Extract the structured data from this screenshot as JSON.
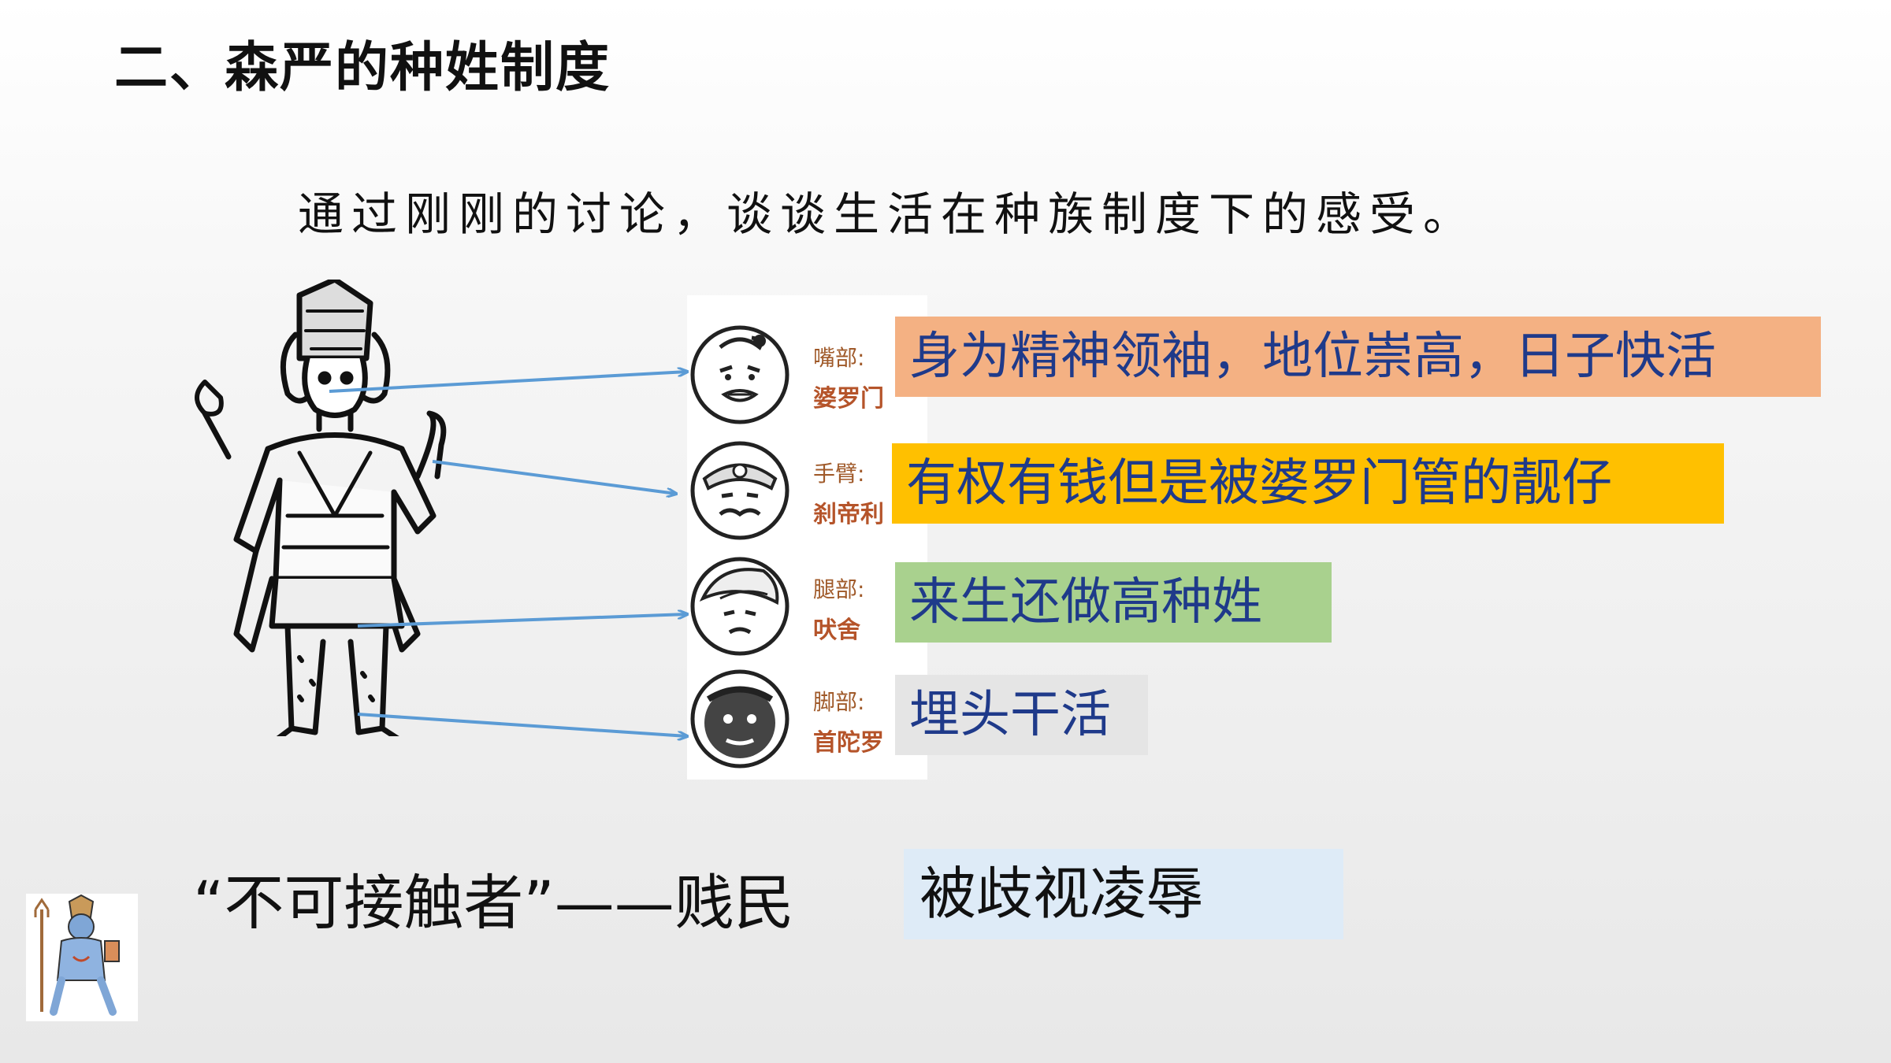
{
  "slide": {
    "title": "二、森严的种姓制度",
    "question": "通过刚刚的讨论，谈谈生活在种族制度下的感受。"
  },
  "portraits": [
    {
      "part": "嘴部:",
      "caste": "婆罗门"
    },
    {
      "part": "手臂:",
      "caste": "刹帝利"
    },
    {
      "part": "腿部:",
      "caste": "吠舍"
    },
    {
      "part": "脚部:",
      "caste": "首陀罗"
    }
  ],
  "descriptions": [
    {
      "text": "身为精神领袖，地位崇高，日子快活",
      "color": "#f4b183"
    },
    {
      "text": "有权有钱但是被婆罗门管的靓仔",
      "color": "#ffc000"
    },
    {
      "text": "来生还做高种姓",
      "color": "#a9d18e"
    },
    {
      "text": "埋头干活",
      "color": "#e5e5e5"
    }
  ],
  "untouchable": {
    "label": "“不可接触者”——贱民",
    "desc": "被歧视凌辱",
    "desc_color": "#deebf7"
  },
  "colors": {
    "arrow": "#5b9bd5",
    "desc_text": "#1f3a8a",
    "caste_label": "#b5542a"
  },
  "icons": {
    "figure": "deity-body-illustration",
    "faces": [
      "brahmin-face-icon",
      "kshatriya-face-icon",
      "vaishya-face-icon",
      "shudra-face-icon"
    ],
    "corner": "deity-cartoon-icon"
  }
}
